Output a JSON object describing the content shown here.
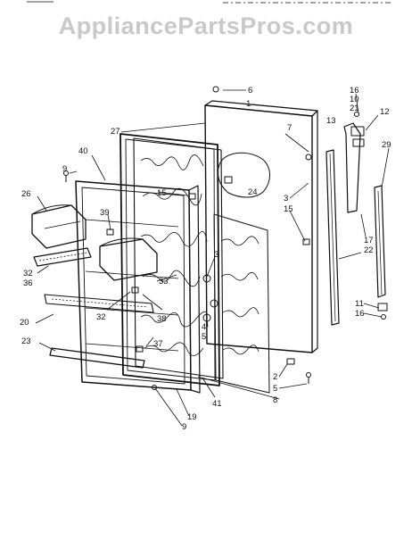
{
  "watermark": "AppliancePartsPros.com",
  "callouts": {
    "c1": "1",
    "c2": "2",
    "c3a": "3",
    "c3b": "3",
    "c4": "4",
    "c5": "5",
    "c6": "6",
    "c7": "7",
    "c8": "8",
    "c9": "9",
    "c10": "10",
    "c11": "11",
    "c12": "12",
    "c13": "13",
    "c15a": "15",
    "c15b": "15",
    "c16a": "16",
    "c16b": "16",
    "c17": "17",
    "c19": "19",
    "c20": "20",
    "c21": "21",
    "c22": "22",
    "c23": "23",
    "c24": "24",
    "c26": "26",
    "c27": "27",
    "c29": "29",
    "c32a": "32",
    "c32b": "32",
    "c33": "33",
    "c36": "36",
    "c37": "37",
    "c38": "38",
    "c39": "39",
    "c40": "40",
    "c41": "41"
  },
  "colors": {
    "line": "#111111",
    "watermark": "#c9c9c9"
  }
}
